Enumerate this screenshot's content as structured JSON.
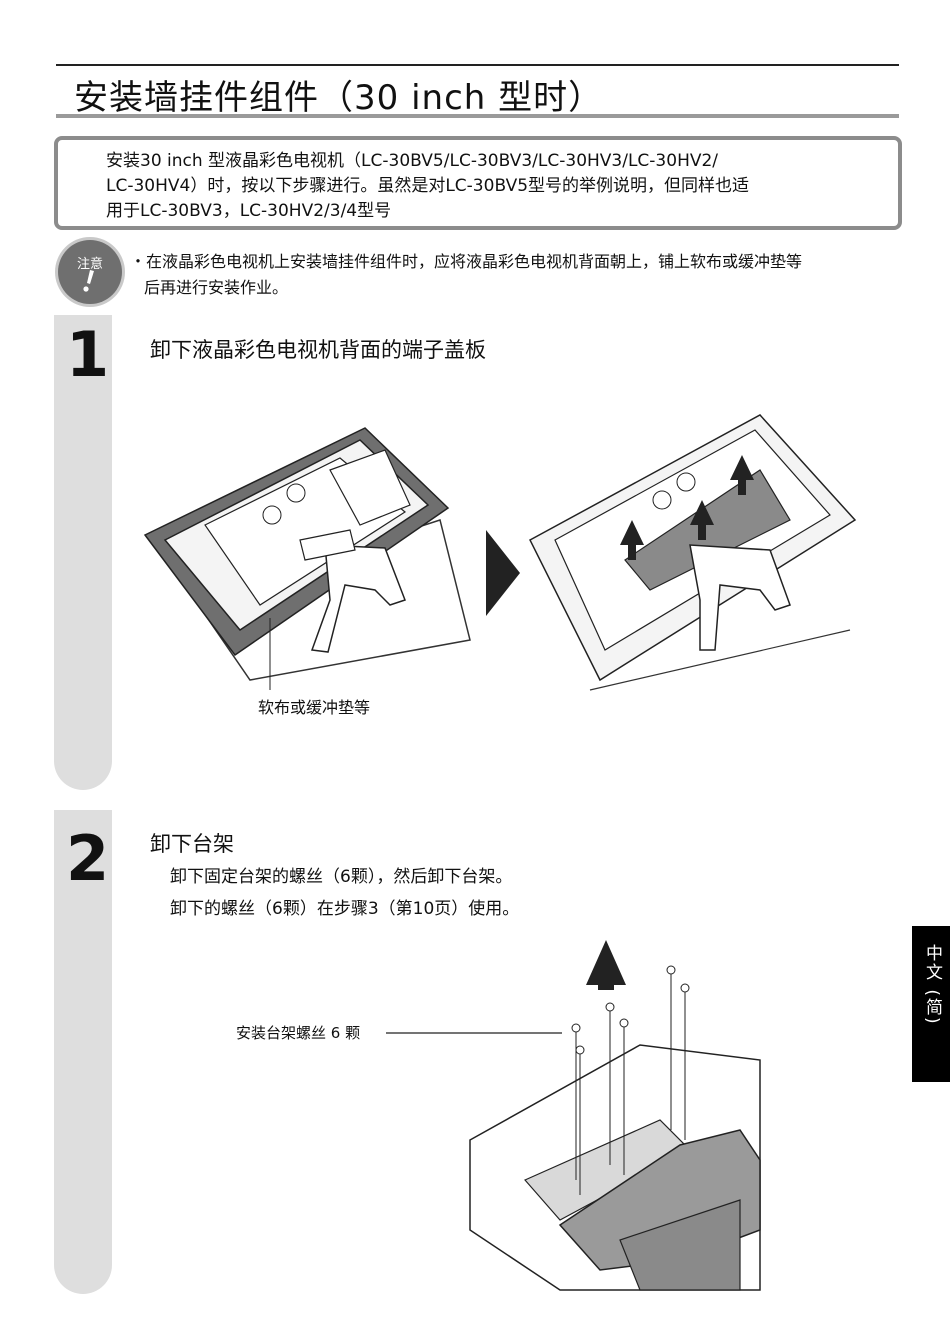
{
  "title": "安装墙挂件组件（30 inch 型时）",
  "intro": {
    "line1": "安装30 inch 型液晶彩色电视机（LC-30BV5/LC-30BV3/LC-30HV3/LC-30HV2/",
    "line2": "LC-30HV4）时，按以下步骤进行。虽然是对LC-30BV5型号的举例说明，但同样也适",
    "line3": "用于LC-30BV3，LC-30HV2/3/4型号"
  },
  "caution": {
    "badge_label": "注意",
    "badge_icon": "exclamation-icon",
    "line1": "・在液晶彩色电视机上安装墙挂件组件时，应将液晶彩色电视机背面朝上，铺上软布或缓冲垫等",
    "line2": "后再进行安装作业。"
  },
  "step1": {
    "number": "1",
    "heading": "卸下液晶彩色电视机背面的端子盖板",
    "callout": "软布或缓冲垫等"
  },
  "step2": {
    "number": "2",
    "heading": "卸下台架",
    "line1": "卸下固定台架的螺丝（6颗），然后卸下台架。",
    "line2": "卸下的螺丝（6颗）在步骤3（第10页）使用。",
    "callout": "安装台架螺丝 6 颗"
  },
  "language_tab": "中文 (简)",
  "colors": {
    "text": "#111111",
    "step_bar": "#dedede",
    "badge": "#6f6f6f",
    "tab": "#000000",
    "box_border": "#8c8c8c"
  }
}
